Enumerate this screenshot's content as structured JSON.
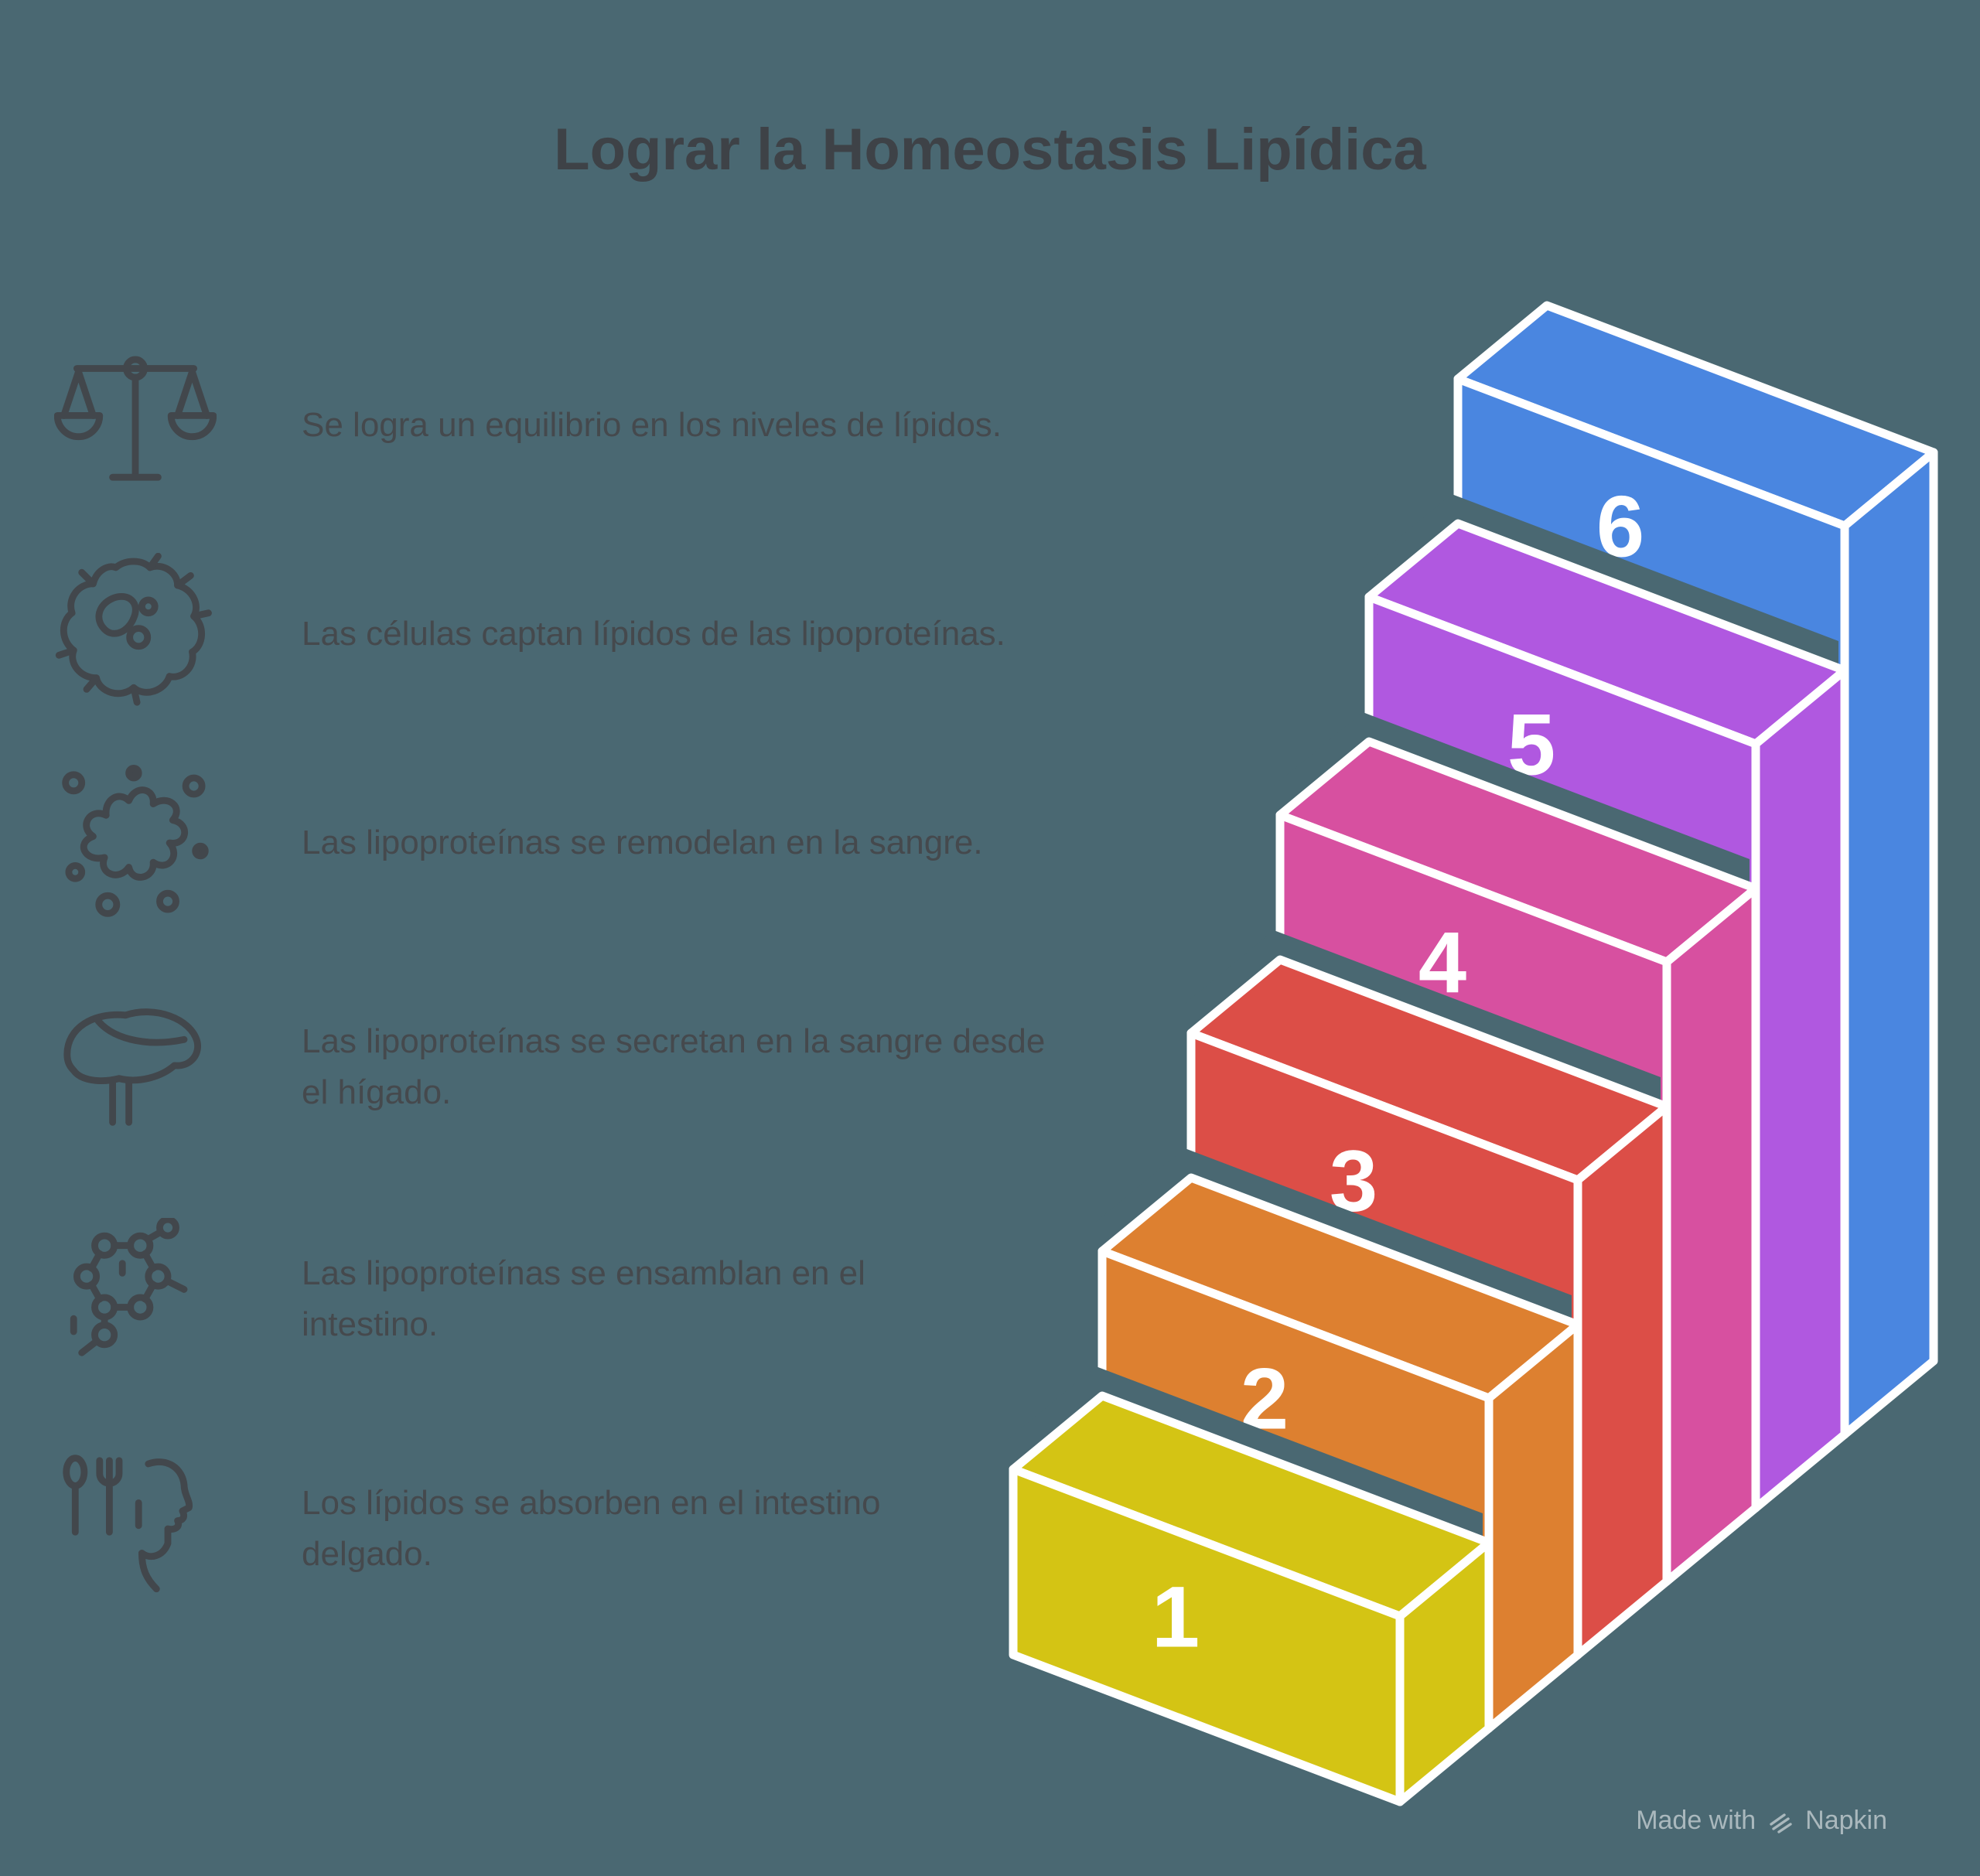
{
  "title": "Lograr la Homeostasis Lipídica",
  "colors": {
    "background": "#4a6872",
    "title": "#3e4247",
    "body_text": "#45494d",
    "icon": "#42474c",
    "stair_stroke": "#ffffff",
    "step_number": "#ffffff",
    "watermark": "#cfd8db"
  },
  "rows": [
    {
      "icon": "balance-scale-icon",
      "text": "Se logra un equilibrio en los niveles de lípidos."
    },
    {
      "icon": "cell-icon",
      "text": "Las células captan lípidos de las lipoproteínas."
    },
    {
      "icon": "splat-icon",
      "text": "Las lipoproteínas se remodelan en la sangre."
    },
    {
      "icon": "liver-icon",
      "text": "Las lipoproteínas se secretan en la sangre desde\nel hígado."
    },
    {
      "icon": "molecule-icon",
      "text": "Las lipoproteínas se ensamblan en el\nintestino."
    },
    {
      "icon": "meal-icon",
      "text": "Los lípidos se absorben en el intestino\ndelgado."
    }
  ],
  "steps": [
    {
      "label": "1",
      "color": "#d4c414"
    },
    {
      "label": "2",
      "color": "#dd8030"
    },
    {
      "label": "3",
      "color": "#dc4e47"
    },
    {
      "label": "4",
      "color": "#d750a0"
    },
    {
      "label": "5",
      "color": "#b058e0"
    },
    {
      "label": "6",
      "color": "#4a86e0"
    }
  ],
  "watermark": {
    "prefix": "Made with",
    "brand": "Napkin"
  }
}
